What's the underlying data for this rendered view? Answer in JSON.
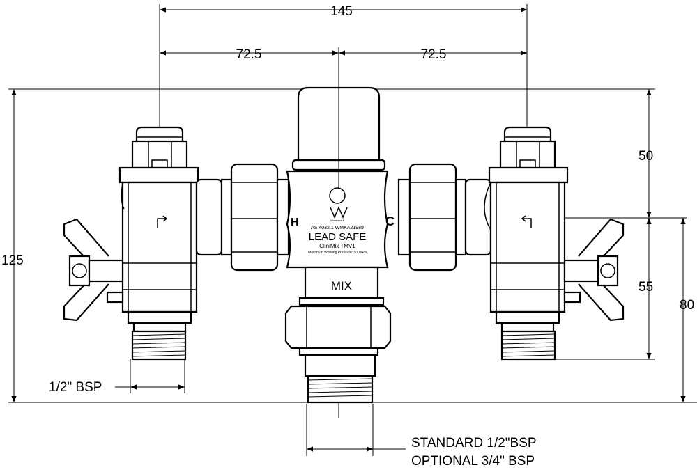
{
  "dimensions": {
    "overall_width": "145",
    "half_left": "72.5",
    "half_right": "72.5",
    "overall_height": "125",
    "top_height": "50",
    "lower_height": "55",
    "side_height": "80"
  },
  "callouts": {
    "inlet_thread": "1/2\" BSP",
    "outlet_standard": "STANDARD 1/2\"BSP",
    "outlet_optional": "OPTIONAL 3/4\" BSP"
  },
  "valve_body": {
    "hot_mark": "H",
    "cold_mark": "C",
    "mix_mark": "MIX",
    "standard_line": "AS 4032.1   WMKA21989",
    "brand_line": "LEAD SAFE",
    "model_line": "CliniMix TMV1",
    "pressure_line": "Maximum Working Pressure: 500 kPa",
    "logo_caption": "Watermark"
  },
  "icons": [
    "watermark-logo-icon",
    "flow-arrow-in-icon",
    "flow-arrow-out-icon"
  ]
}
